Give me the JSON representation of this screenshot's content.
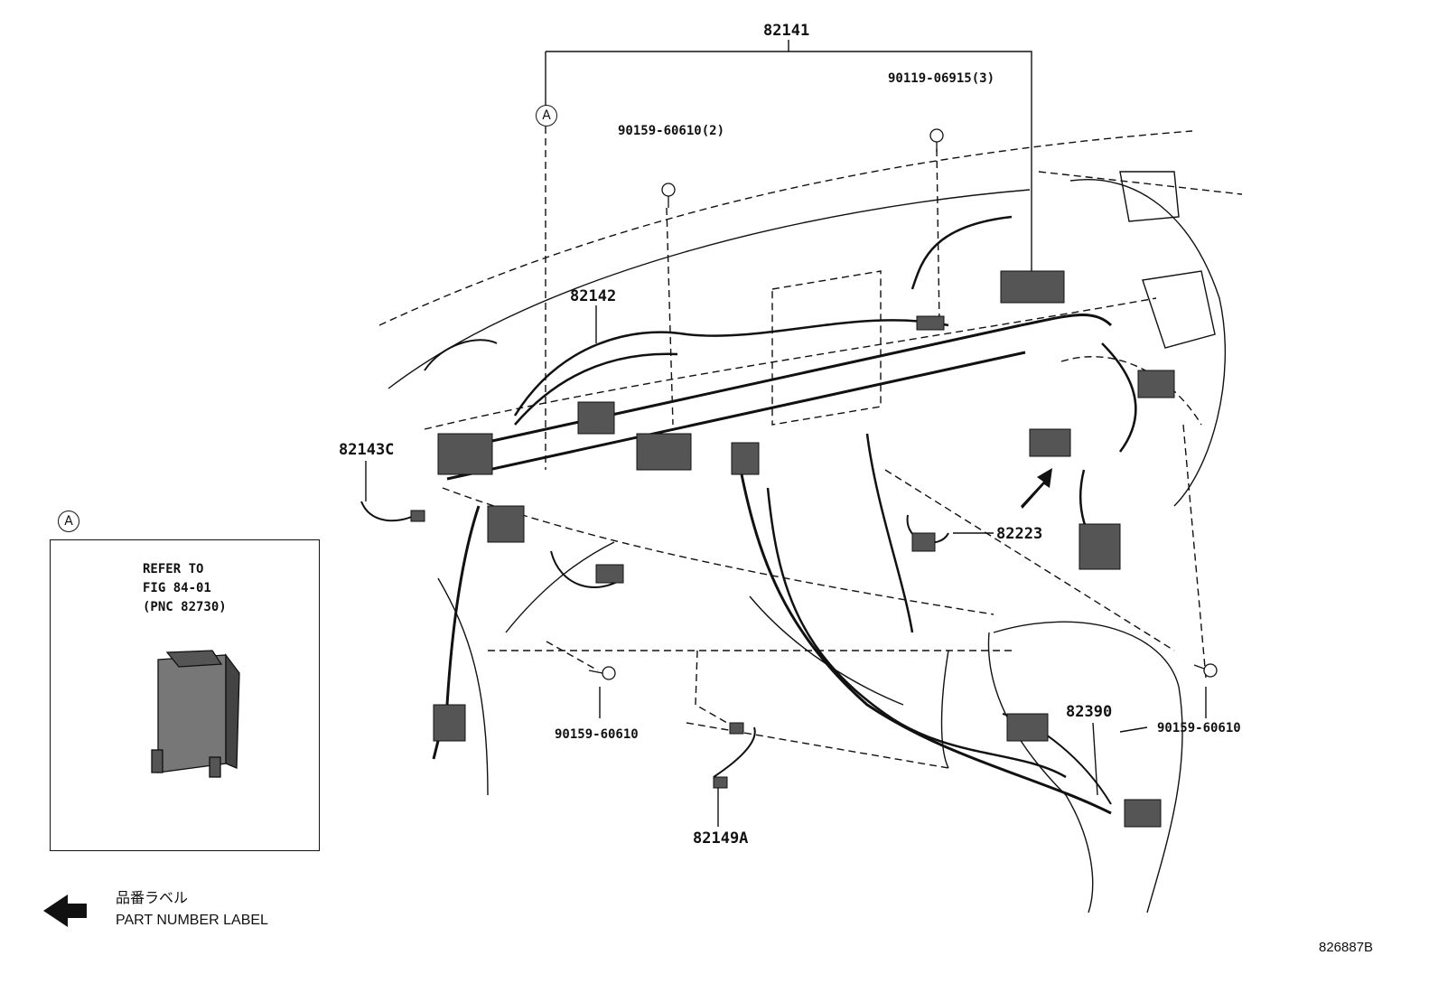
{
  "parts": {
    "harness_assy": "82141",
    "harness_sub": "82142",
    "wire_c": "82143C",
    "wire_a": "82149A",
    "wire_82223": "82223",
    "wire_82390": "82390",
    "bolt_top_left": "90159-60610(2)",
    "bolt_top_right": "90119-06915(3)",
    "bolt_bottom_center": "90159-60610",
    "bolt_bottom_right": "90159-60610"
  },
  "callout_letter": "A",
  "inset": {
    "callout_letter": "A",
    "refer_line1": "REFER TO",
    "refer_line2": "FIG 84-01",
    "refer_line3": "(PNC 82730)"
  },
  "legend": {
    "label_ja": "品番ラベル",
    "label_en": "PART NUMBER LABEL",
    "arrow_icon": "left-arrow-icon"
  },
  "figure_id": "826887B"
}
